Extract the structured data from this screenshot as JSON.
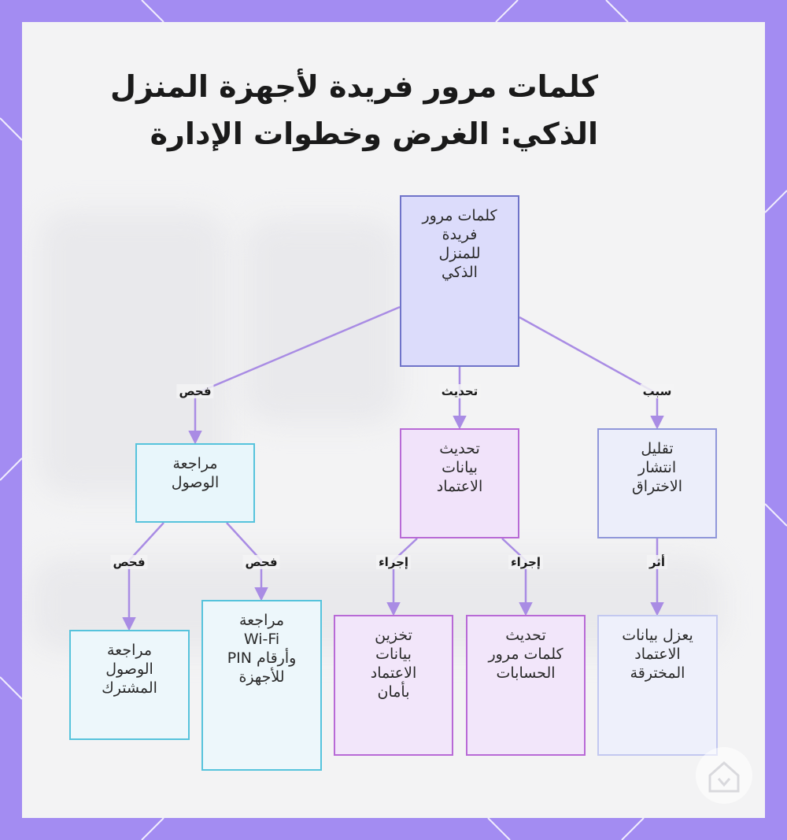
{
  "title": {
    "line1": "كلمات مرور فريدة لأجهزة المنزل",
    "line2": "الذكي: الغرض وخطوات الإدارة"
  },
  "nodes": {
    "root": "كلمات مرور\nفريدة\nللمنزل\nالذكي",
    "access_review": "مراجعة\nالوصول",
    "update_credentials": "تحديث\nبيانات\nالاعتماد",
    "reduce_spread": "تقليل\nانتشار\nالاختراق",
    "shared_access_review": "مراجعة\nالوصول\nالمشترك",
    "wifi_pin_review": "مراجعة\nWi-Fi\nوأرقام PIN\nللأجهزة",
    "secure_storage": "تخزين\nبيانات\nالاعتماد\nبأمان",
    "update_account_passwords": "تحديث\nكلمات مرور\nالحسابات",
    "isolate_breached": "يعزل بيانات\nالاعتماد\nالمخترقة"
  },
  "edge_labels": {
    "check": "فحص",
    "update": "تحديث",
    "cause": "سبب",
    "check_left": "فحص",
    "check_right": "فحص",
    "action_left": "إجراء",
    "action_right": "إجراء",
    "effect": "أثر"
  },
  "colors": {
    "frame": "#a38cf2",
    "edge": "#a98ce4",
    "root_border": "#6f73c9",
    "cyan_border": "#56c3dc",
    "purple_border": "#b86ad6",
    "lavender_border": "#9097da"
  },
  "icons": {
    "watermark": "house-shield-icon"
  }
}
